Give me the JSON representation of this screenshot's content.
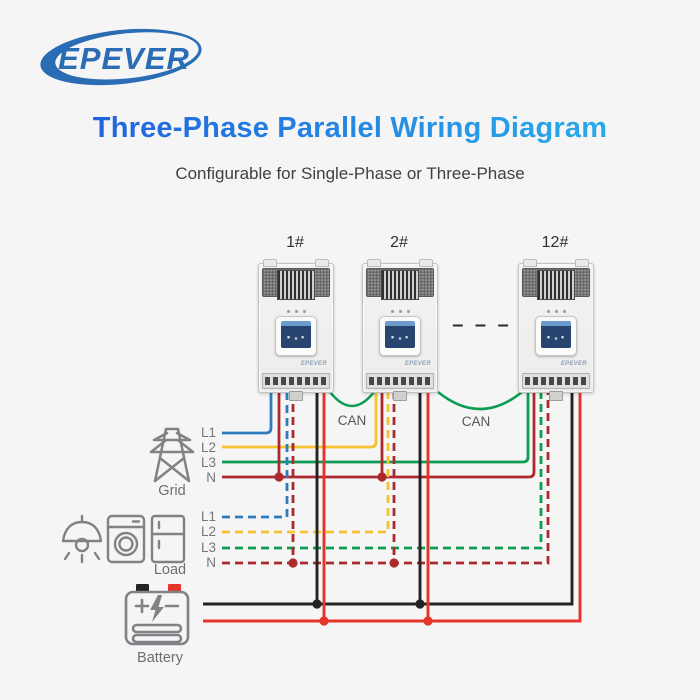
{
  "logo": {
    "text": "EPEVER"
  },
  "header": {
    "title": "Three-Phase Parallel Wiring Diagram",
    "subtitle": "Configurable for Single-Phase or Three-Phase"
  },
  "inverters": [
    {
      "label": "1#"
    },
    {
      "label": "2#"
    },
    {
      "label": "12#"
    }
  ],
  "continuation_dashes": "– – –",
  "can_bus": {
    "labels": [
      "CAN",
      "CAN"
    ]
  },
  "grid": {
    "label": "Grid",
    "lines": [
      "L1",
      "L2",
      "L3",
      "N"
    ]
  },
  "load": {
    "label": "Load",
    "lines": [
      "L1",
      "L2",
      "L3",
      "N"
    ]
  },
  "battery": {
    "label": "Battery"
  },
  "colors": {
    "title_gradient_start": "#2065DE",
    "title_gradient_end": "#29A9E9",
    "brand_blue": "#2A6DB5",
    "grid_l1": "#2E7CBE",
    "grid_l2": "#F5C32F",
    "grid_l3": "#0C9D52",
    "neutral_red": "#AC2A2E",
    "battery_positive_red": "#E6342B",
    "battery_negative_black": "#232323",
    "can_green": "#0C9D52",
    "icon_gray": "#808285",
    "label_gray": "#75767A"
  }
}
